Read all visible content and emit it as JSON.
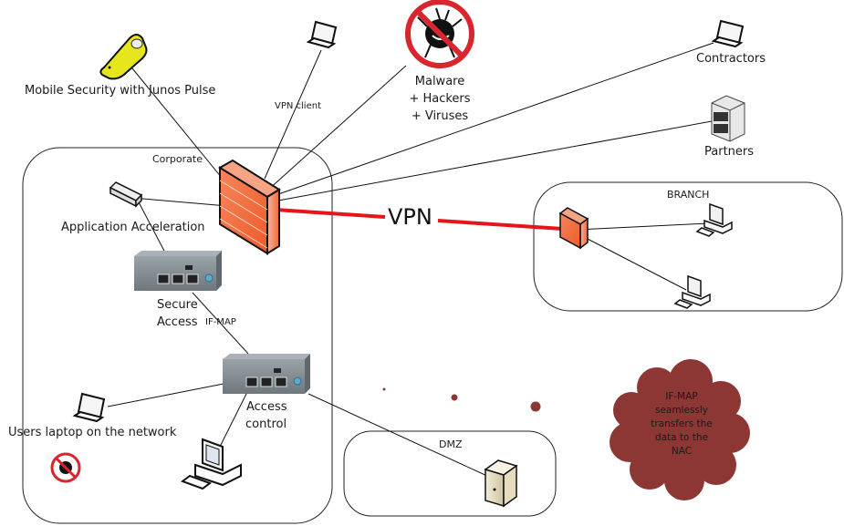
{
  "diagram": {
    "zones": {
      "corporate": "Corporate",
      "branch": "BRANCH",
      "dmz": "DMZ"
    },
    "labels": {
      "mobile": "Mobile Security with Junos Pulse",
      "vpn_client": "VPN client",
      "malware_1": "Malware",
      "malware_2": "+ Hackers",
      "malware_3": "+ Viruses",
      "contractors": "Contractors",
      "partners": "Partners",
      "app_accel": "Application Acceleration",
      "secure_access_1": "Secure",
      "secure_access_2": "Access",
      "if_map": "IF-MAP",
      "access_control_1": "Access",
      "access_control_2": "control",
      "users_laptop": "Users laptop on the network",
      "vpn": "VPN"
    },
    "callout": {
      "lines": [
        "IF-MAP",
        "seamlessly",
        "transfers the",
        "data to the",
        "NAC"
      ]
    },
    "icons": [
      "mobile-phone-icon",
      "laptop-icon",
      "malware-prohibited-icon",
      "server-rack-icon",
      "firewall-icon",
      "switch-icon",
      "junos-appliance-icon",
      "desktop-computer-icon",
      "tower-server-icon"
    ],
    "colors": {
      "vpn_link": "#e8141b",
      "firewall": "#f06a3c",
      "cloud": "#8c3733",
      "prohibit": "#d9262e",
      "mobile": "#e6e61c"
    }
  }
}
